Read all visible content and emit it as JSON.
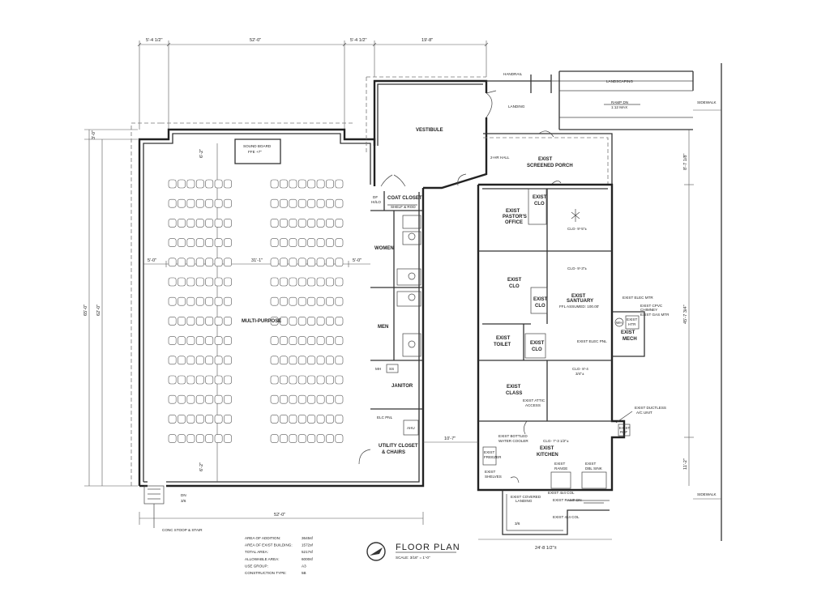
{
  "dimensions": {
    "top": [
      "5'-4 1/2\"",
      "52'-0\"",
      "5'-4 1/2\"",
      "19'-8\""
    ],
    "bottom_total": "52'-0\"",
    "left_outer": "65'-0\"",
    "left_inner": "62'-0\"",
    "left_small": "3'-0\"",
    "aisle_left": "5'-0\"",
    "aisle_mid": "31'-1\"",
    "aisle_right": "5'-0\"",
    "vertical_top": "6'-2\"",
    "vertical_bottom": "6'-2\"",
    "vestibule_width": "10'-7\"",
    "right_top": "8'-7 1/8\"",
    "right_mid": "45'-7 3/4\"",
    "right_bottom": "11'-2\"",
    "bottom_right": "24'-8 1/2\"±"
  },
  "rooms": {
    "multipurpose": "MULTI-PURPOSE",
    "sound_board": "SOUND BOARD",
    "sound_board_ffe": "FFE +7\"",
    "vestibule": "VESTIBULE",
    "coat_closet": "COAT CLOSET",
    "shelf_rod": "SHELF & ROD",
    "df": "DF",
    "hilo": "HI/LO",
    "women": "WOMEN",
    "men": "MEN",
    "janitor": "JANITOR",
    "mh": "MH",
    "ss": "SS",
    "elec_pnl": "ELC PNL",
    "ahu": "AHU",
    "utility_1": "UTILITY CLOSET",
    "utility_2": "& CHAIRS",
    "landing": "LANDING",
    "handrail": "HANDRAIL",
    "landscaping": "LANDSCAPING",
    "ramp_1": "RAMP DN",
    "ramp_2": "1:12 MAX",
    "sidewalk": "SIDEWALK",
    "hall": "2-HR HALL",
    "porch_1": "EXIST",
    "porch_2": "SCREENED PORCH",
    "pastor_1": "EXIST",
    "pastor_2": "PASTOR'S",
    "pastor_3": "OFFICE",
    "clo": "CLO",
    "exist": "EXIST",
    "clg_1": "CLG- 9'-5\"±",
    "clg_2": "CLG- 9'-3\"±",
    "sanctuary": "SANTUARY",
    "ffl": "FFL ASSUMED: 100.00'",
    "toilet": "TOILET",
    "elec_pnl_exist": "EXIST ELEC PNL",
    "clg_3": "CLG- 8'-4",
    "clg_3b": "3/4\"±",
    "class": "CLASS",
    "attic_1": "EXIST ATTIC",
    "attic_2": "ACCESS",
    "mech": "MECH",
    "elec_mtr": "EXIST ELEC MTR",
    "cpvc": "EXIST CPVC",
    "chimney": "CHIMNEY",
    "gas_mtr": "EXIST GAS MTR",
    "wh": "WH",
    "htr_1": "EXIST",
    "htr_2": "HTR",
    "ductless_1": "EXIST DUCTLESS",
    "ductless_2": "A/C UNIT",
    "ref_1": "EXIST",
    "ref_2": "REF",
    "bottled_1": "EXIST BOTTLED",
    "bottled_2": "WATER COOLER",
    "clg_4": "CLG- 7'-3 1/2\"±",
    "kitchen_1": "EXIST",
    "kitchen_2": "KITCHEN",
    "freezer_1": "EXIST",
    "freezer_2": "FREEZER",
    "shelves_1": "EXIST",
    "shelves_2": "SHELVES",
    "range_1": "EXIST",
    "range_2": "RANGE",
    "sink_1": "EXIST",
    "sink_2": "DBL SINK",
    "col_1": "EXIST 4x4 COL",
    "col_2": "EXIST 4x4 COL",
    "covered_1": "EXIST COVERED",
    "covered_2": "LANDING",
    "ramp_exist": "EXIST RAMP DN",
    "stoop": "CONC STOOP & STAIR",
    "dn": "DN",
    "stair_ref": "3/6"
  },
  "areas": [
    {
      "label": "AREA OF ADDITION:",
      "value": "3645sf"
    },
    {
      "label": "AREA OF EXIST BUILDING:",
      "value": "1572sf"
    },
    {
      "label": "TOTAL AREA:",
      "value": "5217sf"
    },
    {
      "label": "ALLOWABLE AREA:",
      "value": "6000sf"
    },
    {
      "label": "USE GROUP:",
      "value": "A3"
    },
    {
      "label": "CONSTRUCTION TYPE:",
      "value": "5B"
    }
  ],
  "title": {
    "name": "FLOOR PLAN",
    "scale": "SCALE: 3/16\" = 1'-0\""
  },
  "seating": {
    "rows": 14,
    "left_cols": 7,
    "right_cols": 8
  }
}
